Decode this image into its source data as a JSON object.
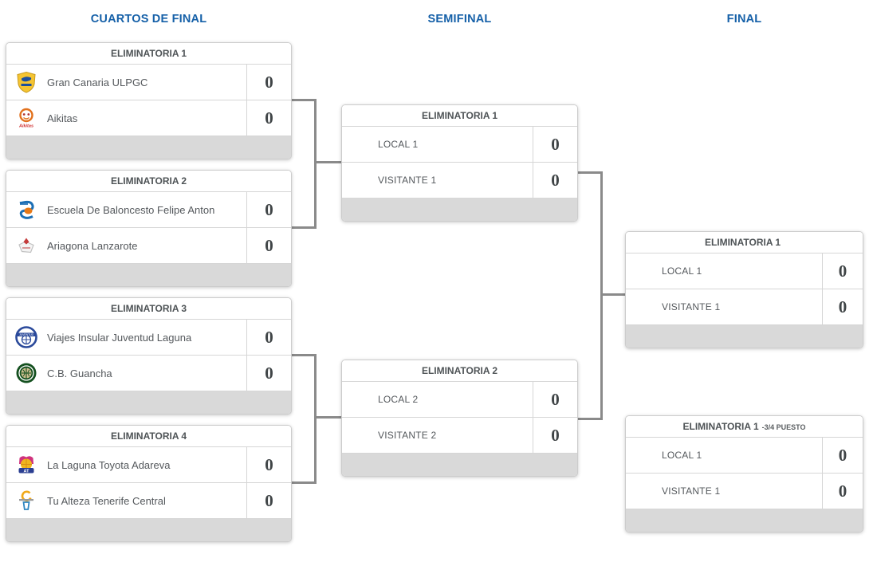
{
  "columns": {
    "quarterfinals_label": "CUARTOS DE FINAL",
    "semifinals_label": "SEMIFINAL",
    "final_label": "FINAL"
  },
  "colors": {
    "column_header_blue": "#1560a8",
    "connector_gray": "#8a8a8a",
    "footer_bar_gray": "#d9d9d9",
    "box_border": "#cccccc",
    "team_text": "#54585c",
    "score_text": "#3f4446"
  },
  "quarterfinals": [
    {
      "title": "ELIMINATORIA 1",
      "home": {
        "name": "Gran Canaria ULPGC",
        "score": "0",
        "logo_icon": "gran-canaria-ulpgc-logo-icon"
      },
      "away": {
        "name": "Aikitas",
        "score": "0",
        "logo_icon": "aikitas-logo-icon"
      }
    },
    {
      "title": "ELIMINATORIA 2",
      "home": {
        "name": "Escuela De Baloncesto Felipe Anton",
        "score": "0",
        "logo_icon": "felipe-anton-logo-icon"
      },
      "away": {
        "name": "Ariagona Lanzarote",
        "score": "0",
        "logo_icon": "ariagona-lanzarote-logo-icon"
      }
    },
    {
      "title": "ELIMINATORIA 3",
      "home": {
        "name": "Viajes Insular Juventud Laguna",
        "score": "0",
        "logo_icon": "juventud-laguna-logo-icon"
      },
      "away": {
        "name": "C.B. Guancha",
        "score": "0",
        "logo_icon": "cb-guancha-logo-icon"
      }
    },
    {
      "title": "ELIMINATORIA 4",
      "home": {
        "name": "La Laguna Toyota Adareva",
        "score": "0",
        "logo_icon": "adareva-logo-icon"
      },
      "away": {
        "name": "Tu Alteza Tenerife Central",
        "score": "0",
        "logo_icon": "tu-alteza-logo-icon"
      }
    }
  ],
  "semifinals": [
    {
      "title": "ELIMINATORIA 1",
      "home": {
        "name": "LOCAL 1",
        "score": "0"
      },
      "away": {
        "name": "VISITANTE 1",
        "score": "0"
      }
    },
    {
      "title": "ELIMINATORIA 2",
      "home": {
        "name": "LOCAL 2",
        "score": "0"
      },
      "away": {
        "name": "VISITANTE 2",
        "score": "0"
      }
    }
  ],
  "finals": [
    {
      "title": "ELIMINATORIA 1",
      "subtitle": "",
      "home": {
        "name": "LOCAL 1",
        "score": "0"
      },
      "away": {
        "name": "VISITANTE 1",
        "score": "0"
      }
    },
    {
      "title": "ELIMINATORIA 1",
      "subtitle": "-3/4 PUESTO",
      "home": {
        "name": "LOCAL 1",
        "score": "0"
      },
      "away": {
        "name": "VISITANTE 1",
        "score": "0"
      }
    }
  ]
}
